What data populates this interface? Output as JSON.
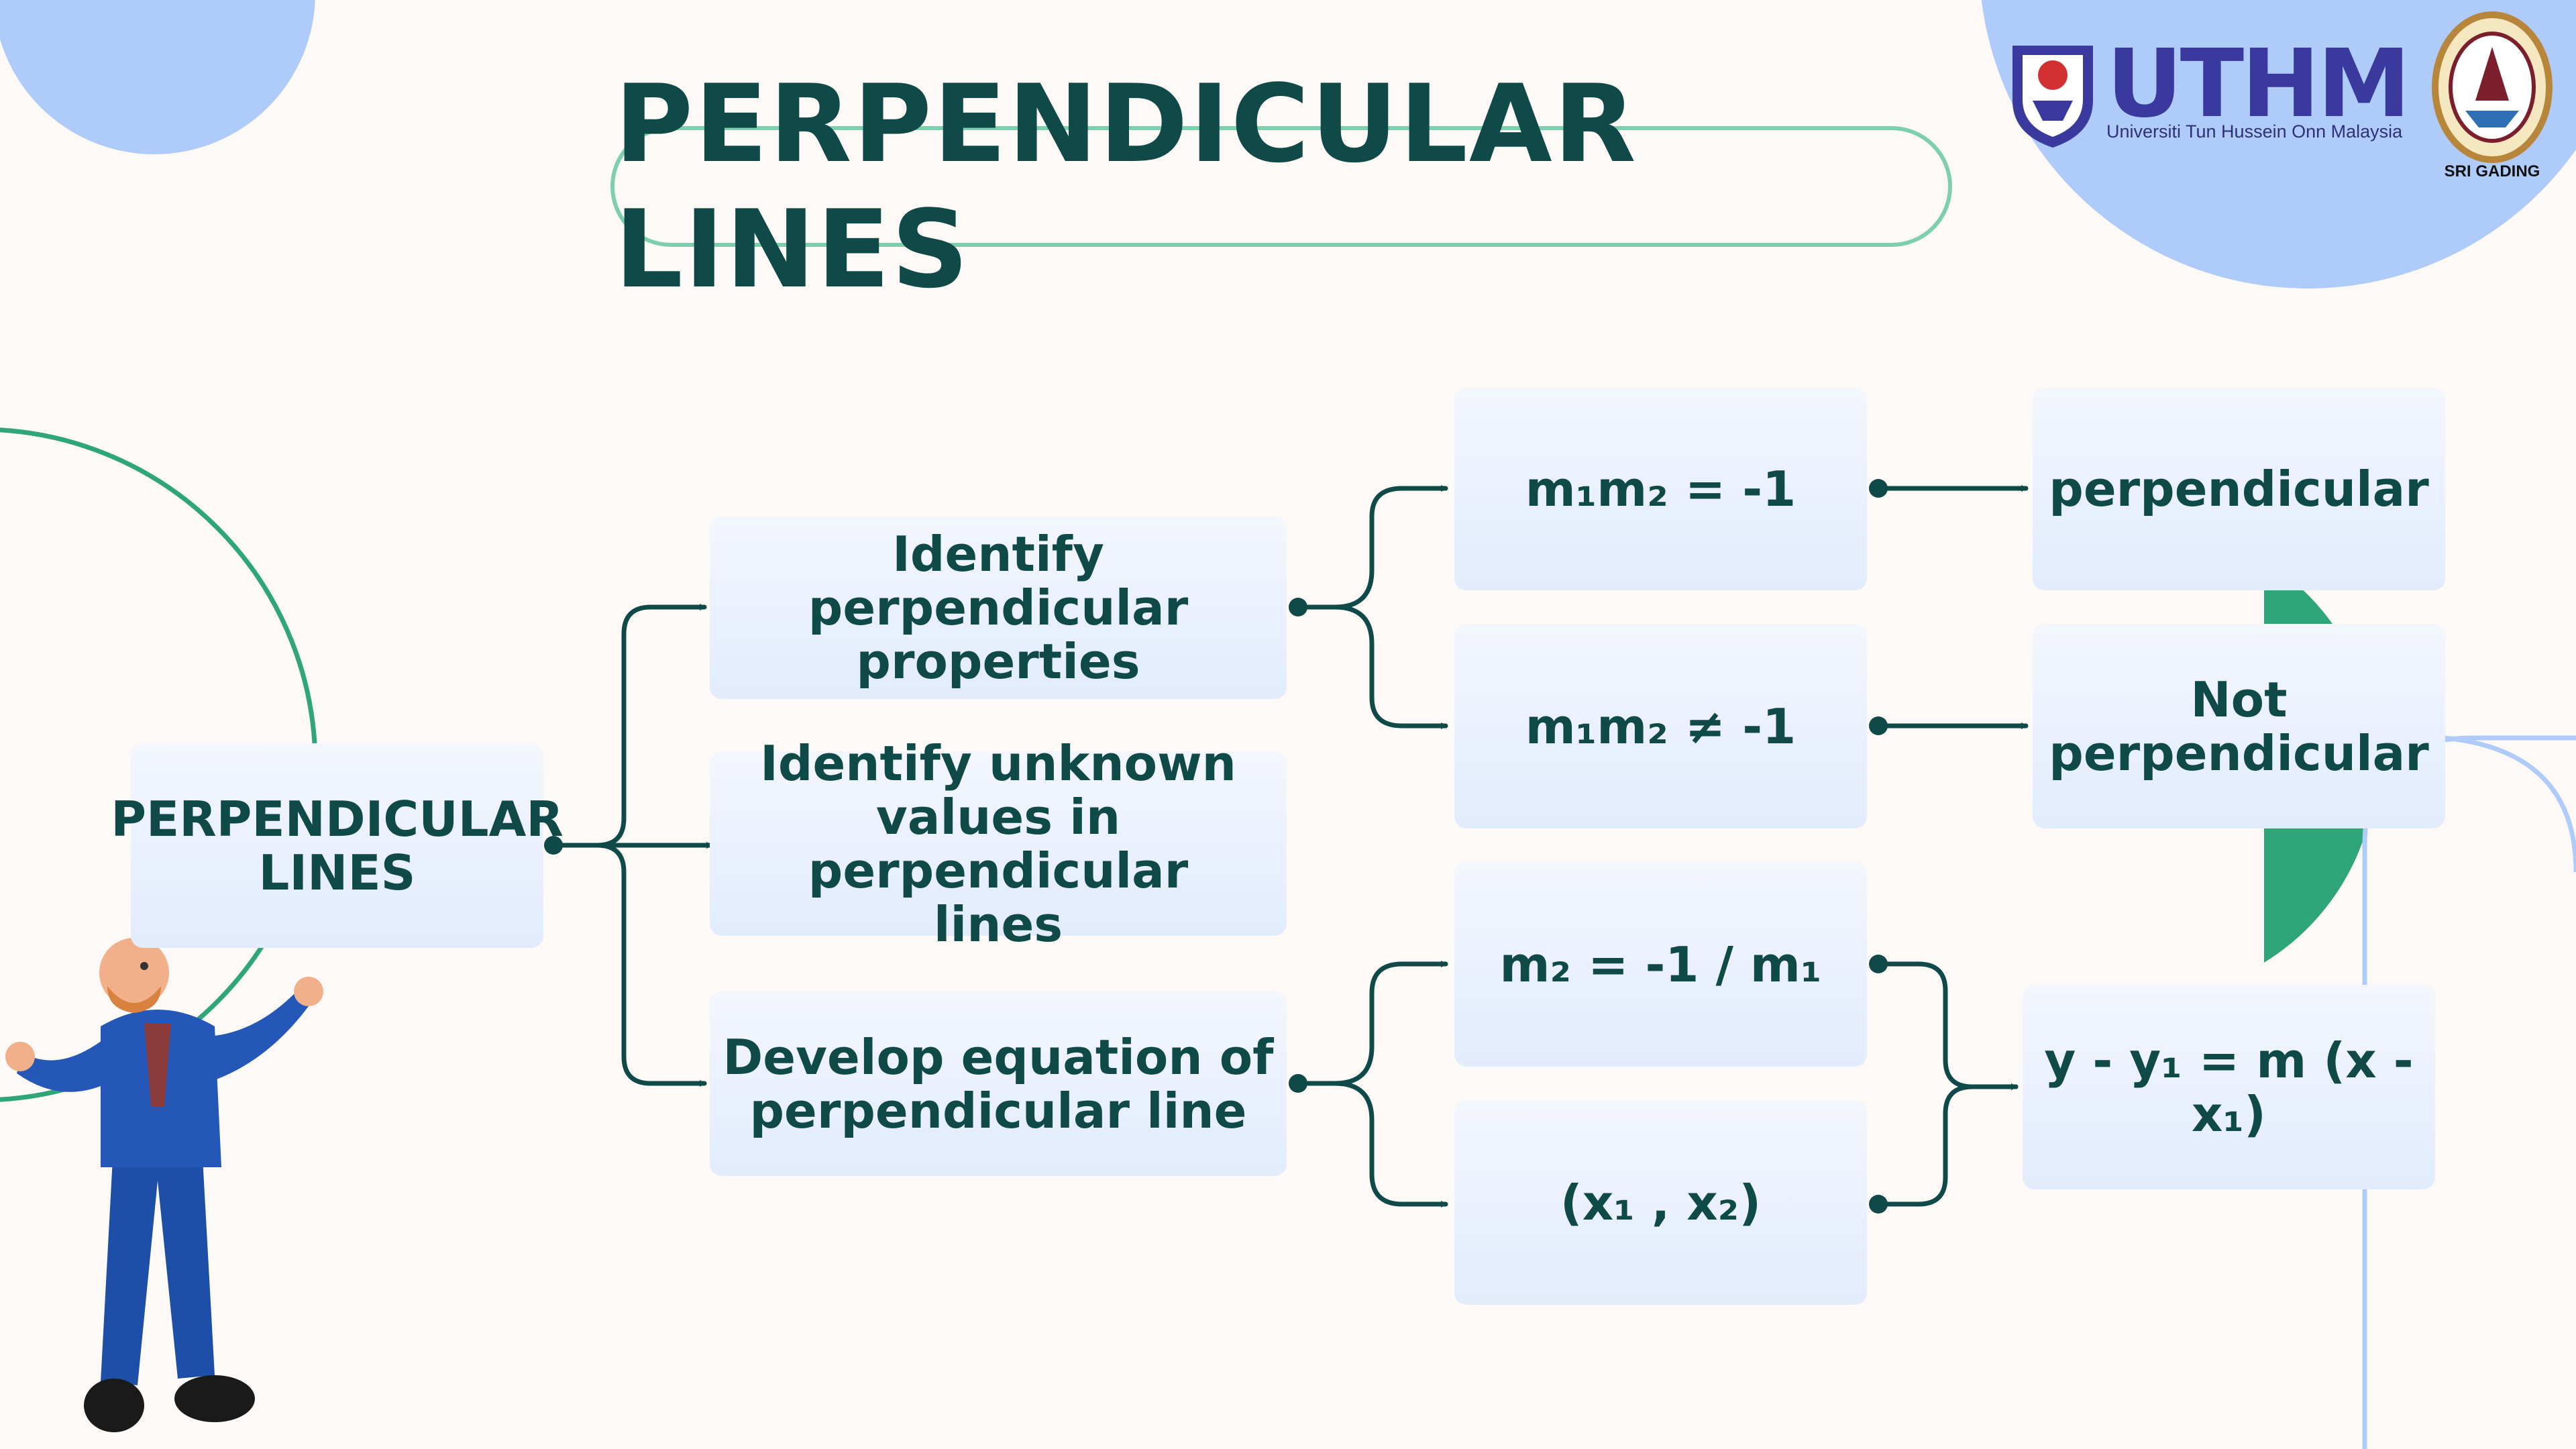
{
  "title": "PERPENDICULAR LINES",
  "logos": {
    "uthm_brand": "UTHM",
    "uthm_subtitle": "Universiti Tun Hussein Onn Malaysia",
    "college_caption": "SRI GADING"
  },
  "nodes": {
    "root": "PERPENDICULAR\nLINES",
    "identify_properties": "Identify perpendicular\nproperties",
    "identify_unknown": "Identify unknown\nvalues in perpendicular\nlines",
    "develop_equation": "Develop equation of\nperpendicular line",
    "product_neg_one": "m₁m₂ = -1",
    "product_not_neg_one": "m₁m₂ ≠ -1",
    "result_perpendicular": "perpendicular",
    "result_not_perpendicular": "Not\nperpendicular",
    "gradient_formula": "m₂ = -1 / m₁",
    "point": "(x₁ , x₂)",
    "line_equation": "y - y₁ = m (x - x₁)"
  },
  "colors": {
    "background": "#fcf9f6",
    "text": "#0f4a48",
    "connector": "#0f4a48",
    "accent_green": "#2fa67a",
    "accent_blue": "#aecbfa",
    "node_fill_top": "#f3f6fd",
    "node_fill_bottom": "#e2ecfd"
  },
  "icons": [
    "uthm-shield-logo",
    "kolej-seal-logo",
    "presenter-character"
  ]
}
